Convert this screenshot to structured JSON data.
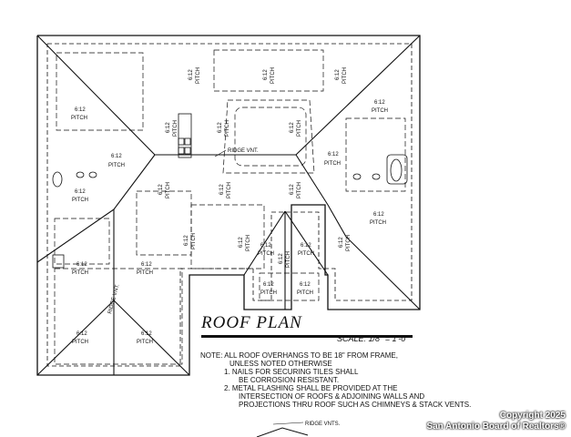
{
  "plan": {
    "pitch_slope": "6:12",
    "pitch_word": "PITCH",
    "ridge_vent_1": "RIDGE VNT.",
    "ridge_vent_2": "RIDGE VNT.",
    "ridge_vents_bottom": "RIDGE VNTS."
  },
  "title": "ROOF PLAN",
  "scale": "SCALE: 1/8\" = 1'-0\"",
  "notes": {
    "line1": "NOTE: ALL ROOF OVERHANGS TO BE 18\" FROM FRAME,",
    "line2": "UNLESS NOTED OTHERWISE",
    "item1a": "1.  NAILS FOR SECURING TILES SHALL",
    "item1b": "BE CORROSION RESISTANT.",
    "item2a": "2.  METAL FLASHING SHALL BE PROVIDED AT THE",
    "item2b": "INTERSECTION OF ROOFS & ADJOINING WALLS AND",
    "item2c": "PROJECTIONS THRU ROOF SUCH AS CHIMNEYS & STACK VENTS."
  },
  "watermark": {
    "line1": "Copyright 2025",
    "line2": "San Antonio Board of Realtors®"
  }
}
